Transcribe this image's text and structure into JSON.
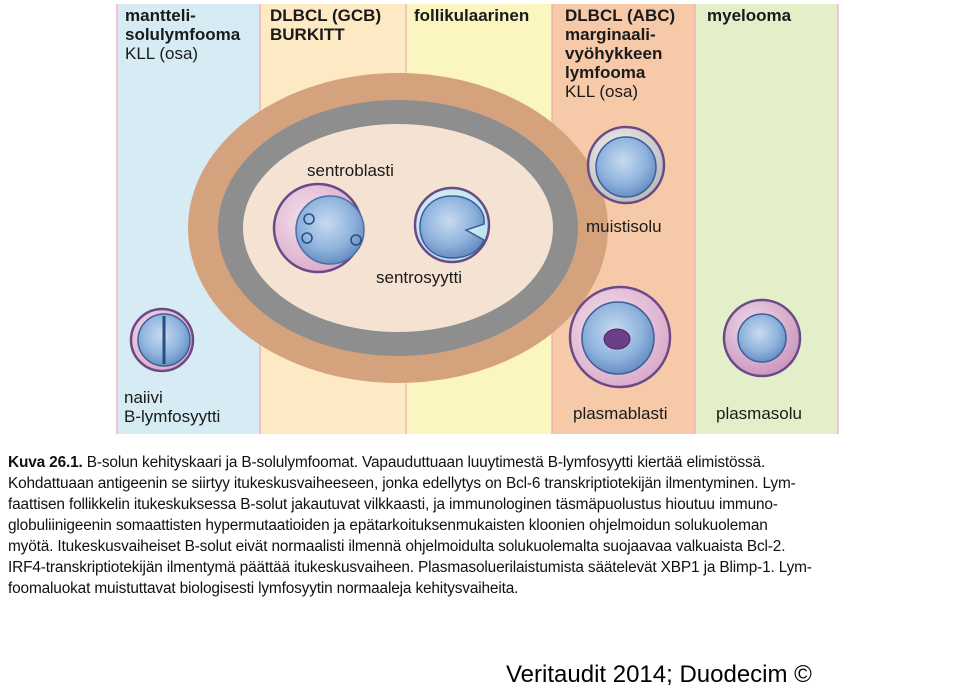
{
  "columns": [
    {
      "bold": [
        "mantteli-",
        "solulymfooma"
      ],
      "regular": [
        "KLL (osa)"
      ],
      "color": "#d6ebf3"
    },
    {
      "bold": [
        "DLBCL (GCB)",
        "BURKITT"
      ],
      "regular": [],
      "color": "#fde9c4"
    },
    {
      "bold": [
        "follikulaarinen"
      ],
      "regular": [],
      "color": "#fbf5c0"
    },
    {
      "bold": [
        "DLBCL (ABC)",
        "marginaali-",
        "vyöhykkeen",
        "lymfooma"
      ],
      "regular": [
        "KLL (osa)"
      ],
      "color": "#f6c9a8"
    },
    {
      "bold": [
        "myelooma"
      ],
      "regular": [],
      "color": "#e2efc9"
    }
  ],
  "cells": {
    "centroblast": "sentroblasti",
    "centrocyte": "sentrosyytti",
    "naive": [
      "naiivi",
      "B-lymfosyytti"
    ],
    "memory": "muistisolu",
    "plasmablast": "plasmablasti",
    "plasma_cell": "plasmasolu"
  },
  "colors": {
    "outer_ring": "#d4a37d",
    "gray_ring": "#8e8e8e",
    "germinal_center": "#f4e3d3",
    "cell_blue": "#7ea6d6",
    "cell_border": "#6a4a86",
    "pink_cytoplasm": "#e9c6dc"
  },
  "caption": {
    "label": "Kuva 26.1.",
    "lines": [
      " B-solun kehityskaari ja B-solulymfoomat. Vapauduttuaan luuytimestä B-lymfosyytti kiertää elimistössä.",
      "Kohdattuaan antigeenin se siirtyy itukeskusvaiheeseen, jonka edellytys on Bcl-6 transkriptiotekijän ilmentyminen. Lym-",
      "faattisen follikkelin itukeskuksessa B-solut jakautuvat vilkkaasti, ja immunologinen täsmäpuolustus hioutuu immuno-",
      "globuliinigeenin somaattisten hypermutaatioiden ja epätarkoituksenmukaisten kloonien ohjelmoidun solukuoleman",
      "myötä. Itukeskusvaiheiset B-solut eivät normaalisti ilmennä ohjelmoidulta solukuolemalta suojaavaa valkuaista Bcl-2.",
      "IRF4-transkriptiotekijän ilmentymä päättää itukeskusvaiheen. Plasmasoluerilaistumista säätelevät XBP1 ja Blimp-1. Lym-",
      "foomaluokat muistuttavat biologisesti lymfosyytin normaaleja kehitysvaiheita."
    ]
  },
  "credit": "Veritaudit 2014; Duodecim ©"
}
